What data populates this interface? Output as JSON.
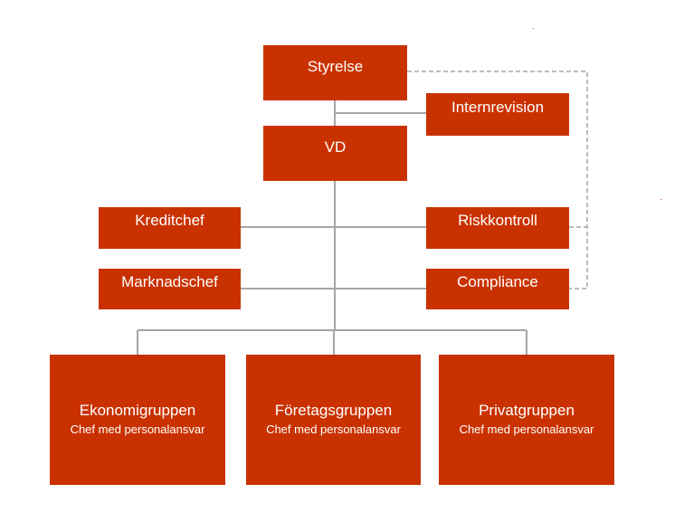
{
  "org_chart": {
    "board": "Styrelse",
    "internal_audit": "Internrevision",
    "ceo": "VD",
    "credit_chief": "Kreditchef",
    "marketing_chief": "Marknadschef",
    "risk_control": "Riskkontroll",
    "compliance": "Compliance",
    "groups": [
      {
        "name": "Ekonomigruppen",
        "sub": "Chef med personalansvar"
      },
      {
        "name": "Företagsgruppen",
        "sub": "Chef med personalansvar"
      },
      {
        "name": "Privatgruppen",
        "sub": "Chef med personalansvar"
      }
    ]
  },
  "colors": {
    "box_fill": "#c93200",
    "box_text": "#ffffff",
    "connector": "#a6a6a6",
    "dashed_connector": "#a6a6a6"
  }
}
